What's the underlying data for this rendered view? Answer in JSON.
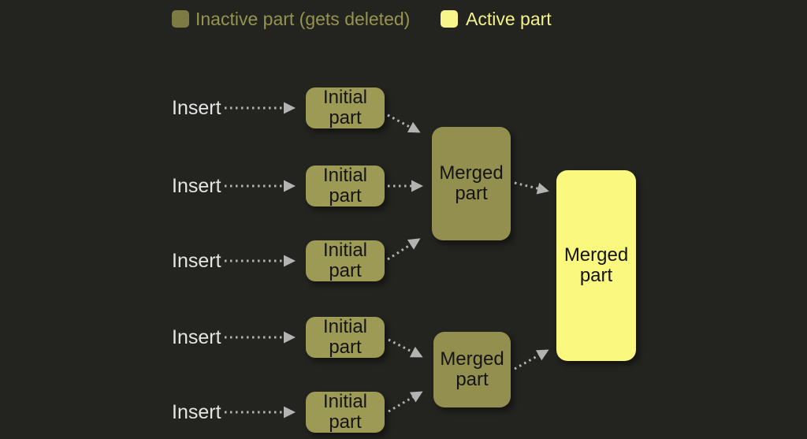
{
  "colors": {
    "bg": "#232420",
    "olive-box": "#9d9a55",
    "olive-merged": "#93904f",
    "yellow-box": "#faf87e",
    "legend-olive": "#7d7b43",
    "legend-yellow": "#f8f58a",
    "legend-olive-text": "#95934f",
    "legend-yellow-text": "#f5f28a",
    "insert-text": "#e4e4e4",
    "arrow": "#b3b3b3",
    "box-text": "#141414"
  },
  "legend": {
    "items": [
      {
        "label": "Inactive part (gets deleted)",
        "swatch": "olive-square"
      },
      {
        "label": "Active part",
        "swatch": "yellow-square"
      }
    ]
  },
  "diagram": {
    "inserts": [
      "Insert",
      "Insert",
      "Insert",
      "Insert",
      "Insert"
    ],
    "initial_parts": [
      "Initial part",
      "Initial part",
      "Initial part",
      "Initial part",
      "Initial part"
    ],
    "merged_top": "Merged part",
    "merged_bottom": "Merged part",
    "merged_final": "Merged part",
    "edges": [
      {
        "from": "insert-1",
        "to": "initial-part-1"
      },
      {
        "from": "insert-2",
        "to": "initial-part-2"
      },
      {
        "from": "insert-3",
        "to": "initial-part-3"
      },
      {
        "from": "insert-4",
        "to": "initial-part-4"
      },
      {
        "from": "insert-5",
        "to": "initial-part-5"
      },
      {
        "from": "initial-part-1",
        "to": "merged-part-top"
      },
      {
        "from": "initial-part-2",
        "to": "merged-part-top"
      },
      {
        "from": "initial-part-3",
        "to": "merged-part-top"
      },
      {
        "from": "initial-part-4",
        "to": "merged-part-bottom"
      },
      {
        "from": "initial-part-5",
        "to": "merged-part-bottom"
      },
      {
        "from": "merged-part-top",
        "to": "merged-part-final"
      },
      {
        "from": "merged-part-bottom",
        "to": "merged-part-final"
      }
    ]
  }
}
